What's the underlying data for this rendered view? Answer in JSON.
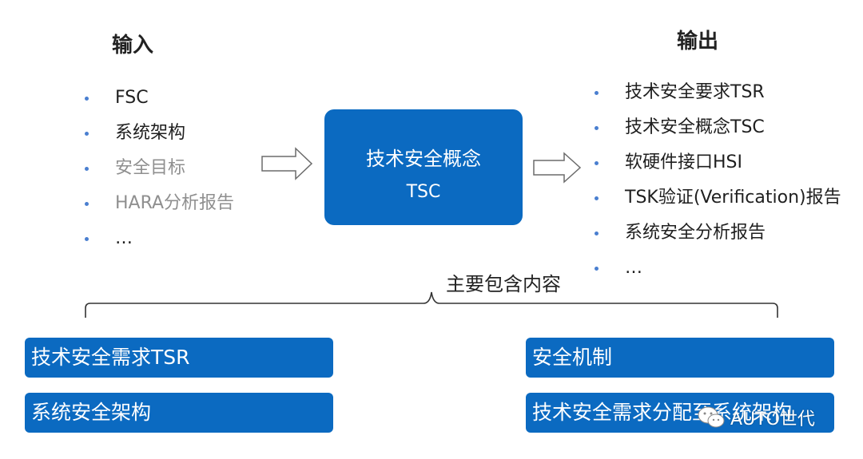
{
  "input": {
    "heading": "输入",
    "items": [
      {
        "label": "FSC",
        "tone": "dark"
      },
      {
        "label": "系统架构",
        "tone": "dark"
      },
      {
        "label": "安全目标",
        "tone": "gray"
      },
      {
        "label": "HARA分析报告",
        "tone": "gray"
      },
      {
        "label": "…",
        "tone": "dark"
      }
    ]
  },
  "center": {
    "title": "技术安全概念",
    "abbr": "TSC"
  },
  "output": {
    "heading": "输出",
    "items": [
      {
        "label": "技术安全要求TSR"
      },
      {
        "label": "技术安全概念TSC"
      },
      {
        "label": "软硬件接口HSI"
      },
      {
        "label": "TSK验证(Verification)报告"
      },
      {
        "label": "系统安全分析报告"
      },
      {
        "label": "…"
      }
    ]
  },
  "main_contents": {
    "label": "主要包含内容",
    "boxes": [
      {
        "label": "技术安全需求TSR"
      },
      {
        "label": "系统安全架构"
      },
      {
        "label": "安全机制"
      },
      {
        "label": "技术安全需求分配至系统架构"
      }
    ]
  },
  "watermark": {
    "text": "AUTO世代",
    "icon": "wechat-icon"
  },
  "colors": {
    "box_blue": "#0b6ac1",
    "bullet_blue": "#4a7fd0",
    "gray_text": "#8f8f8f"
  }
}
